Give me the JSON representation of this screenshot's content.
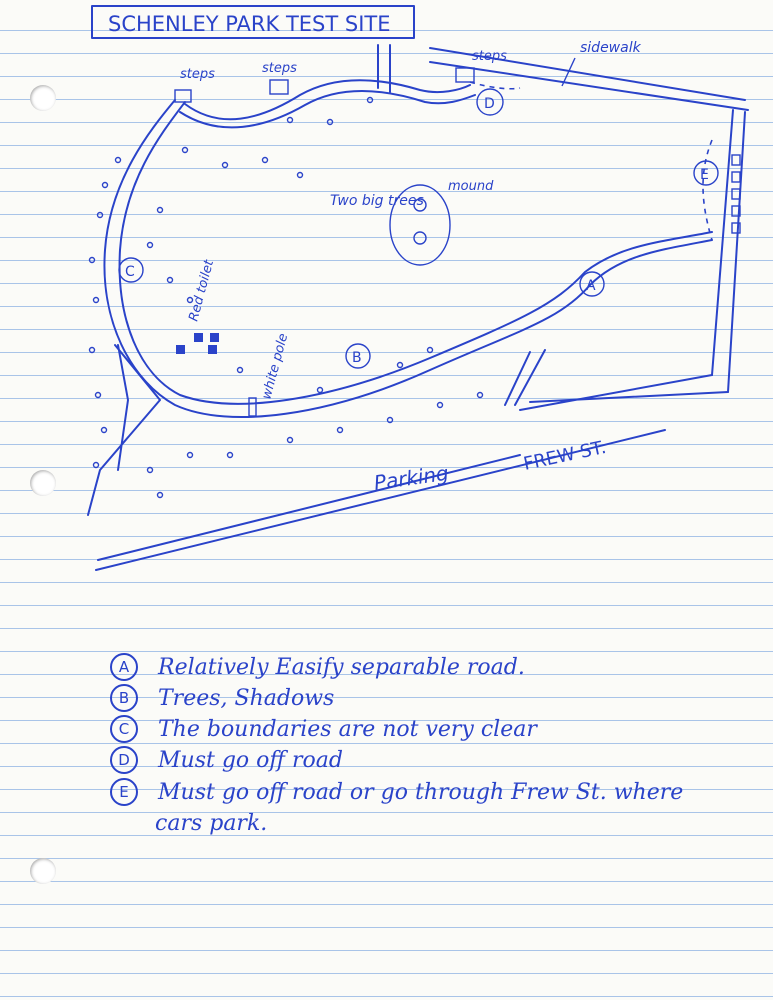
{
  "title": "SCHENLEY PARK TEST SITE",
  "labels": {
    "steps": "steps",
    "sidewalk": "sidewalk",
    "mound": "mound",
    "two_big_trees": "Two big trees",
    "red_toilet": "Red toilet",
    "white_pole": "white pole",
    "parking": "Parking",
    "frew_st": "FREW ST."
  },
  "markers": [
    "A",
    "B",
    "C",
    "D",
    "E"
  ],
  "notes": [
    {
      "marker": "A",
      "text": "Relatively Easify separable road."
    },
    {
      "marker": "B",
      "text": "Trees, Shadows"
    },
    {
      "marker": "C",
      "text": "The boundaries are not very clear"
    },
    {
      "marker": "D",
      "text": "Must go off road"
    },
    {
      "marker": "E",
      "text": "Must go off road or go through Frew St. where"
    },
    {
      "marker": "",
      "text": "cars park."
    }
  ],
  "colors": {
    "ink": "#2a43c9",
    "rule_line": "#a9c4e8",
    "paper": "#fbfbf8"
  }
}
